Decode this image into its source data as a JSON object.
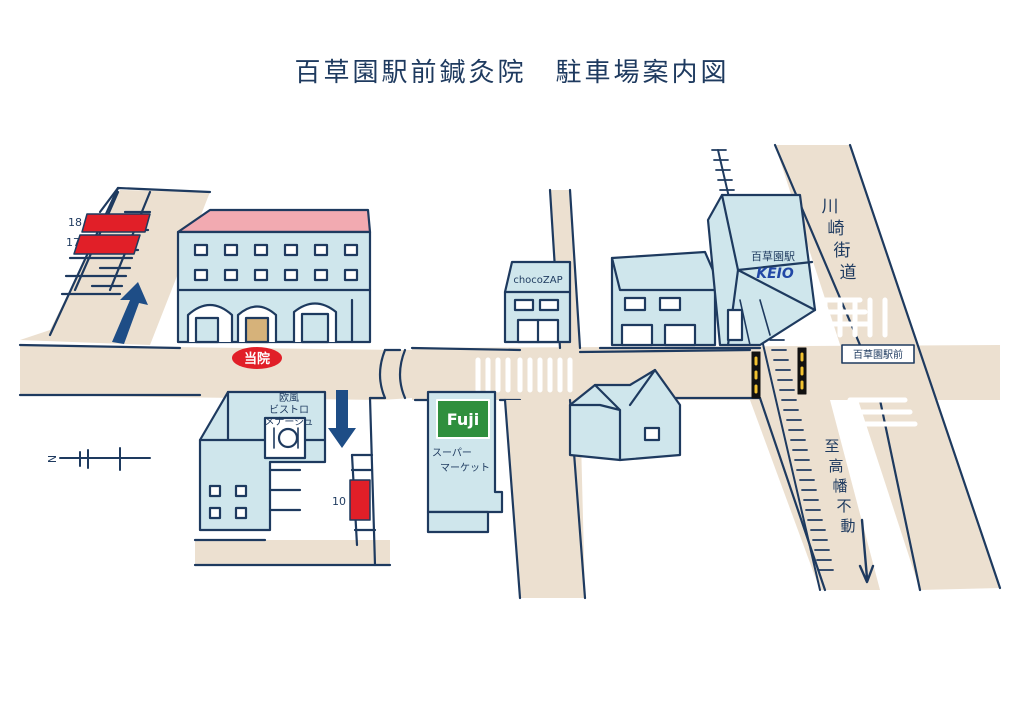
{
  "title": "百草園駅前鍼灸院　駐車場案内図",
  "clinic_badge": "当院",
  "parking_spots": {
    "upper_a": "18",
    "upper_b": "17",
    "lower": "10"
  },
  "bistro": {
    "line1": "欧風",
    "line2": "ビストロ",
    "line3": "メナージュ"
  },
  "chocozap": "chocoZAP",
  "fuji_logo": "Fuji",
  "supermarket": {
    "line1": "スーパー",
    "line2": "マーケット"
  },
  "station": {
    "name": "百草園駅",
    "logo": "KEIO"
  },
  "road_name": [
    "川",
    "崎",
    "街",
    "道"
  ],
  "crossing_sign": "百草園駅前",
  "direction_text": [
    "至",
    "高",
    "幡",
    "不",
    "動"
  ],
  "compass": "N",
  "colors": {
    "road": "#ece0d0",
    "outline": "#1e3a5f",
    "building": "#cfe6ec",
    "roof_pink": "#f2aab1",
    "parking_red": "#e11f28",
    "fuji_green": "#2f8f3d",
    "arrow_blue": "#1e4d86"
  }
}
